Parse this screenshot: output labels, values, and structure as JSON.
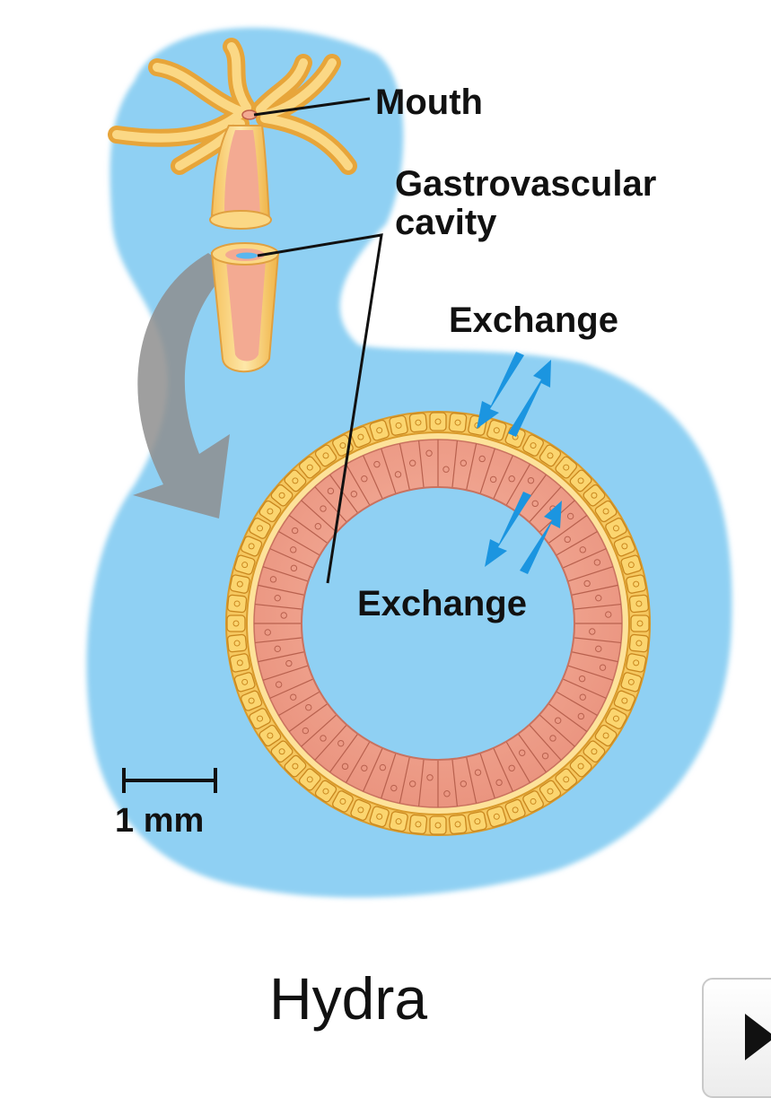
{
  "labels": {
    "mouth": "Mouth",
    "cavity": "Gastrovascular\ncavity",
    "exchange_outer": "Exchange",
    "exchange_inner": "Exchange",
    "scale": "1 mm"
  },
  "title": "Hydra",
  "colors": {
    "background_fluid": "#8fd0f3",
    "ectoderm": "#f4c659",
    "endoderm": "#f1a998",
    "arrow_exchange": "#1b95e0",
    "arrow_transition": "#8e8e8e"
  },
  "icons": {
    "play": "play-triangle-icon"
  }
}
